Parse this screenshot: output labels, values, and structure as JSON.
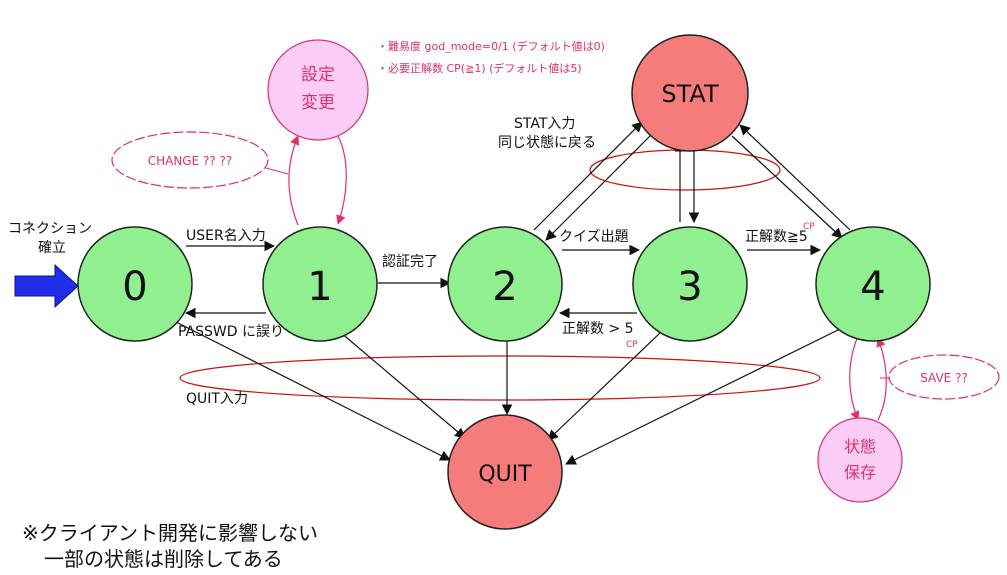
{
  "states": {
    "s0": "0",
    "s1": "1",
    "s2": "2",
    "s3": "3",
    "s4": "4",
    "stat": "STAT",
    "quit": "QUIT"
  },
  "edges": {
    "connect_line1": "コネクション",
    "connect_line2": "確立",
    "user_input": "USER名入力",
    "auth_done": "認証完了",
    "quiz": "クイズ出題",
    "correct_ge": "正解数≧5",
    "correct_gt": "正解数 > 5",
    "passwd_error": "PASSWD に誤り",
    "quit_input": "QUIT入力",
    "stat_input": "STAT入力",
    "stat_return": "同じ状態に戻る"
  },
  "notes": {
    "settings_line1": "設定",
    "settings_line2": "変更",
    "change": "CHANGE ?? ??",
    "save": "SAVE ??",
    "save_state_line1": "状態",
    "save_state_line2": "保存",
    "memo_line1": "・難易度 god_mode=0/1 (デフォルト値は0)",
    "memo_line2": "・必要正解数 CP(≧1) (デフォルト値は5)",
    "cp_mark": "CP"
  },
  "footnote": {
    "line1": "※クライアント開発に影響しない",
    "line2": "一部の状態は削除してある"
  },
  "colors": {
    "state_fill": "#90f090",
    "special_fill": "#f67b7b",
    "bubble_fill": "#fccdf6",
    "hand_ink": "#e0306a",
    "entry_arrow": "#1f2ee8",
    "group_ellipse": "#cc1111"
  }
}
